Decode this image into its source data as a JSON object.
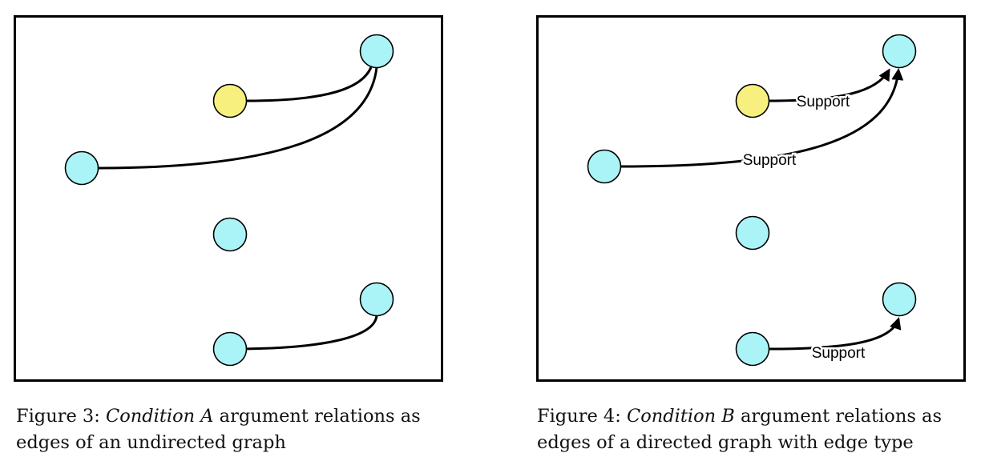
{
  "figure_a": {
    "caption": {
      "label": "Figure 3:",
      "condition": "Condition A",
      "text_line1": "argument relations as",
      "text_line2": "edges of an undirected graph"
    }
  },
  "figure_b": {
    "edge_labels": [
      "Support",
      "Support",
      "Support"
    ],
    "caption": {
      "label": "Figure 4:",
      "condition": "Condition B",
      "text_line1": "argument relations as",
      "text_line2": "edges of a directed graph with edge type"
    }
  },
  "colors": {
    "node_blue": "#aaf4f7",
    "node_yellow": "#f8f07e",
    "edge": "#000000"
  }
}
